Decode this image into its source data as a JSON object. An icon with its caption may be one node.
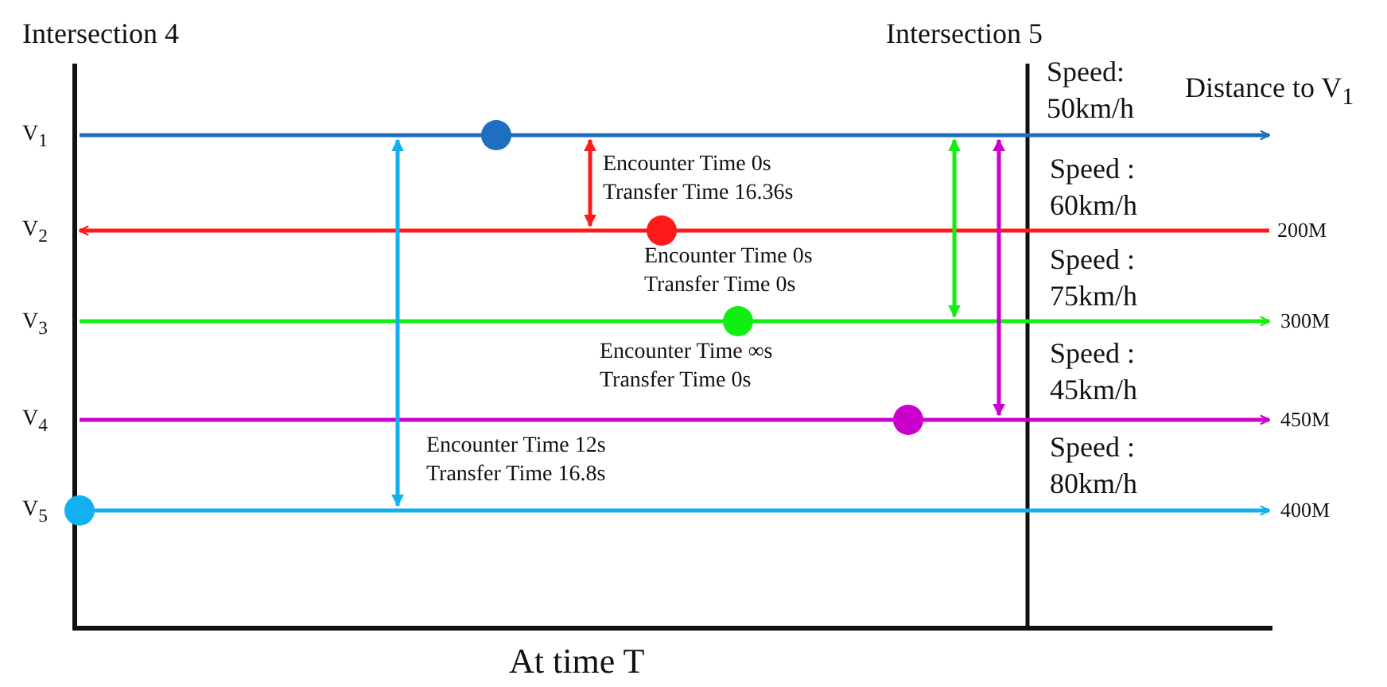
{
  "diagram": {
    "caption": "At time T",
    "labels": [
      "Intersection 4",
      "Intersection 5",
      "Speed: 50km/h",
      "Distance to V$_{1}$",
      "V$_{1}$",
      "Encounter Time 0s Transfer Time 16.36s",
      "Speed : 60km/h",
      "V$_{2}$",
      "200M",
      "Encounter Time 0s Transfer Time 0s",
      "Speed : 75km/h",
      "V$_{3}$",
      "300M",
      "Encounter Time ∞s Transfer Time 0s",
      "Speed : 45km/h",
      "V$_{4}$",
      "450M",
      "Encounter Time 12s Transfer Time 16.8s",
      "Speed : 80km/h",
      "V$_{5}$",
      "400M"
    ]
  }
}
